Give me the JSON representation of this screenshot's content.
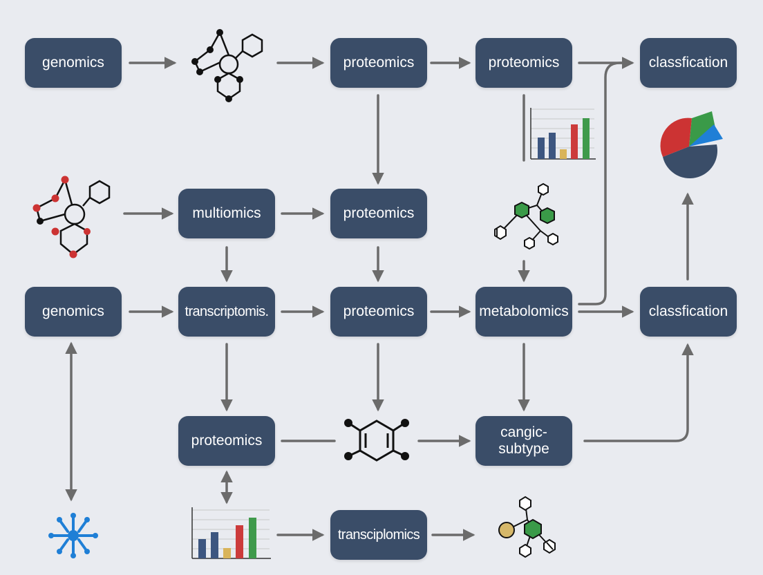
{
  "diagram": {
    "nodes": {
      "r1c1": "genomics",
      "r1c3": "proteomics",
      "r1c4": "proteomics",
      "r1c5": "classfication",
      "r2c2": "multiomics",
      "r2c3": "proteomics",
      "r3c1": "genomics",
      "r3c2": "transcriptomis.",
      "r3c3": "proteomics",
      "r3c4": "metabolomics",
      "r3c5": "classfication",
      "r4c2": "proteomics",
      "r4c4": "cangic-\nsubtype",
      "r5c3": "transciplomics"
    },
    "colors": {
      "node_fill": "#3a4d68",
      "node_text": "#ffffff",
      "arrow": "#6b6b6b",
      "background": "#e9ebf0",
      "bar_blue": "#3d5680",
      "bar_yellow": "#d9b45a",
      "bar_red": "#cc3b3b",
      "bar_green": "#3f9a4b",
      "pie_blue": "#3a4d68",
      "pie_red": "#cc3333",
      "pie_green": "#3a9a48",
      "pie_light_blue": "#1f7fd6",
      "molecule_red": "#cc3333",
      "molecule_green": "#3a9a48",
      "molecule_tan": "#d6b86a",
      "network_blue": "#1f7fd6"
    },
    "icons": [
      "molecule-icon",
      "molecule-red-icon",
      "bar-chart-icon",
      "network-molecule-icon",
      "pie-chart-icon",
      "benzene-icon",
      "network-blue-icon"
    ]
  }
}
